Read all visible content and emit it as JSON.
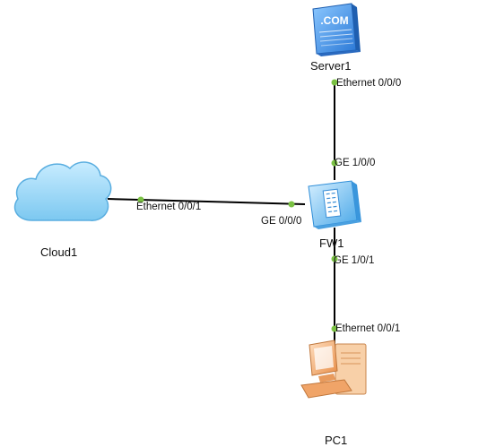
{
  "devices": {
    "server": {
      "name": "Server1",
      "badge": ".COM"
    },
    "cloud": {
      "name": "Cloud1"
    },
    "firewall": {
      "name": "FW1"
    },
    "pc": {
      "name": "PC1"
    }
  },
  "links": [
    {
      "from": "Server1",
      "to": "FW1",
      "from_port": "Ethernet 0/0/0",
      "to_port": "GE 1/0/0"
    },
    {
      "from": "Cloud1",
      "to": "FW1",
      "from_port": "Ethernet 0/0/1",
      "to_port": "GE 0/0/0"
    },
    {
      "from": "FW1",
      "to": "PC1",
      "from_port": "GE 1/0/1",
      "to_port": "Ethernet 0/0/1"
    }
  ],
  "colors": {
    "link": "#000000",
    "port_dot": "#7ac143",
    "server_blue": "#3a8ee6",
    "cloud_fill": "#8fd3f5",
    "firewall_blue": "#5cb4ee",
    "pc_orange": "#f2a86a"
  }
}
